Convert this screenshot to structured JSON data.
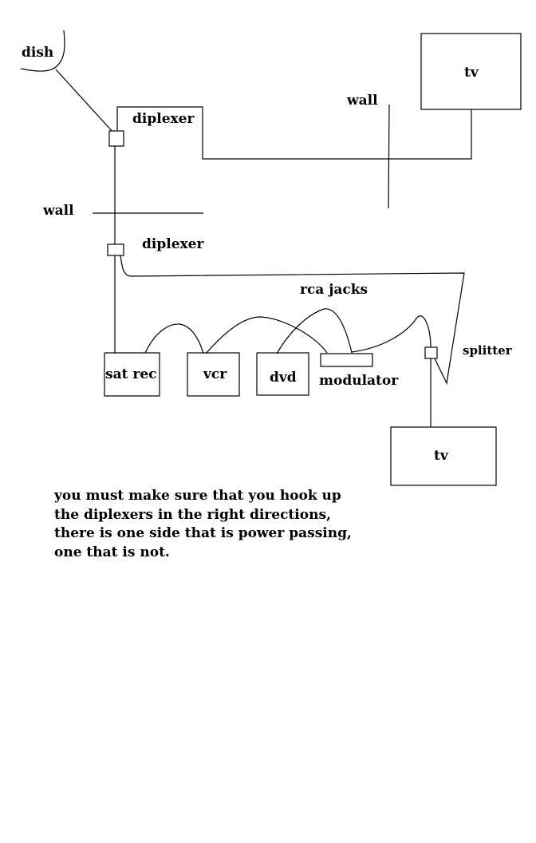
{
  "labels": {
    "dish": "dish",
    "tv_top": "tv",
    "wall_right": "wall",
    "diplexer_top": "diplexer",
    "wall_left": "wall",
    "diplexer_bottom": "diplexer",
    "rca_jacks": "rca jacks",
    "splitter": "splitter",
    "sat_rec": "sat rec",
    "vcr": "vcr",
    "dvd": "dvd",
    "modulator": "modulator",
    "tv_bottom": "tv"
  },
  "note": {
    "lines": [
      "you must make sure that you hook up",
      "the diplexers in the right directions,",
      "there is one side that is power passing,",
      "one that is not."
    ]
  }
}
